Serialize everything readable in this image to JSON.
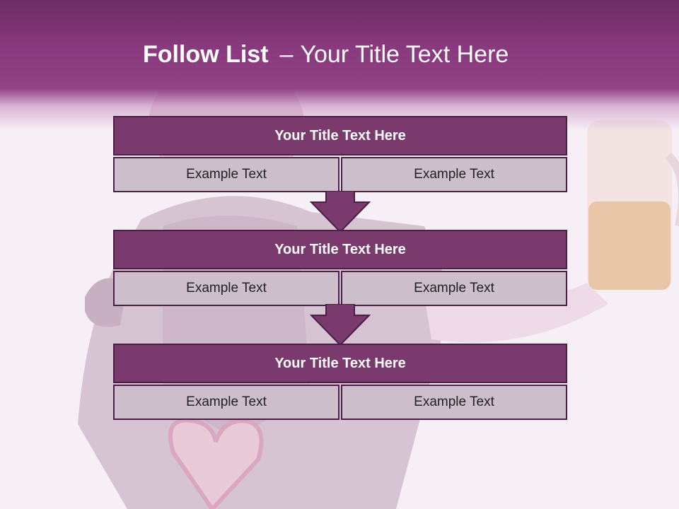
{
  "slide": {
    "title_main": "Follow List",
    "title_sep": "–",
    "title_sub": "Your Title Text Here"
  },
  "blocks": [
    {
      "title": "Your Title Text Here",
      "cells": [
        "Example Text",
        "Example Text"
      ]
    },
    {
      "title": "Your Title Text Here",
      "cells": [
        "Example Text",
        "Example Text"
      ]
    },
    {
      "title": "Your Title Text Here",
      "cells": [
        "Example Text",
        "Example Text"
      ]
    }
  ],
  "colors": {
    "band": "#8a3a7e",
    "block_head": "#7a3a6e",
    "block_cell": "#cdbecb",
    "border": "#4a1f43",
    "arrow": "#7a3a6e"
  }
}
